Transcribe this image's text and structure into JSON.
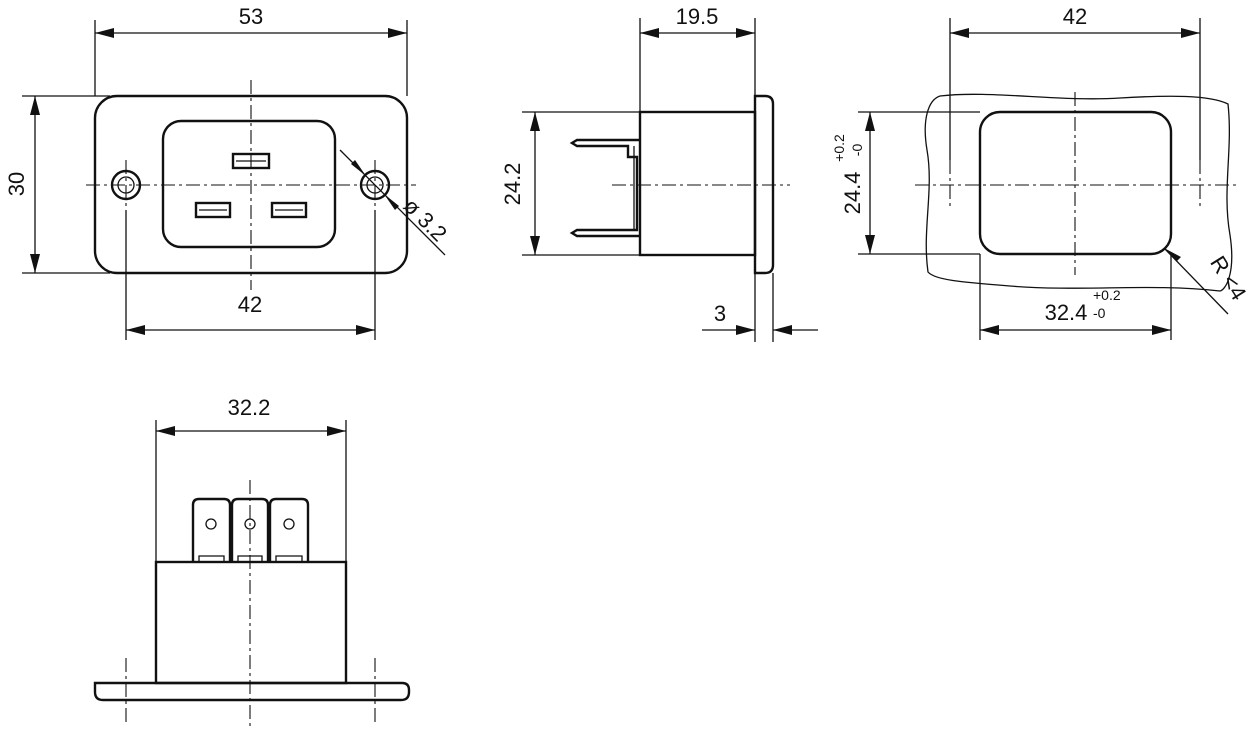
{
  "front_view": {
    "width_dim": "53",
    "height_dim": "30",
    "hole_spacing_dim": "42",
    "hole_diameter_dim": "ø 3.2"
  },
  "side_view": {
    "depth_dim": "19.5",
    "body_height_dim": "24.2",
    "flange_thickness_dim": "3"
  },
  "panel_cutout": {
    "width_dim": "42",
    "cutout_height_dim": "24.4",
    "cutout_height_tol_upper": "+0.2",
    "cutout_height_tol_lower": "-0",
    "cutout_width_dim": "32.4",
    "cutout_width_tol_upper": "+0.2",
    "cutout_width_tol_lower": "-0",
    "corner_radius_dim": "R <4"
  },
  "rear_view": {
    "width_dim": "32.2"
  }
}
